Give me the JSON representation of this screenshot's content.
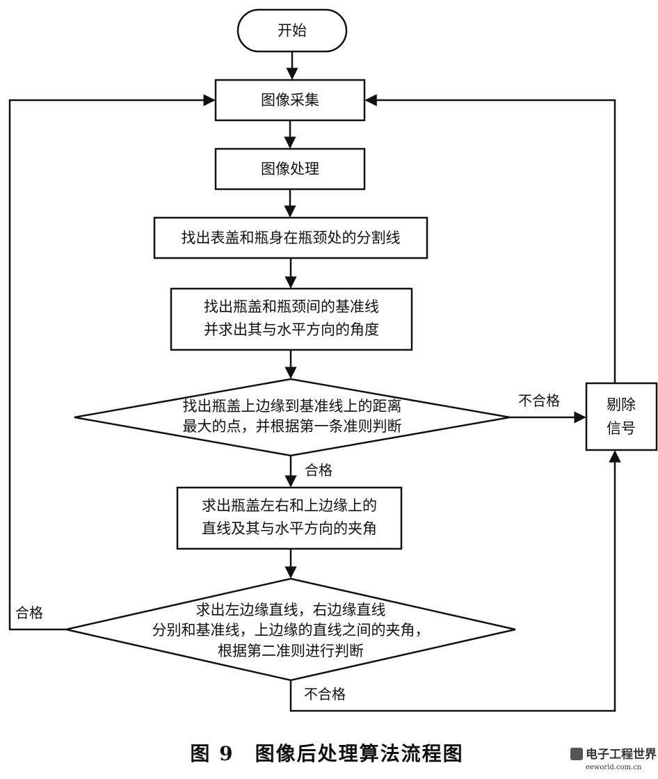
{
  "diagram": {
    "nodes": {
      "start": "开始",
      "capture": "图像采集",
      "process": "图像处理",
      "find_split": "找出表盖和瓶身在瓶颈处的分割线",
      "baseline": [
        "找出瓶盖和瓶颈间的基准线",
        "并求出其与水平方向的角度"
      ],
      "rule1": [
        "找出瓶盖上边缘到基准线上的距离",
        "最大的点，并根据第一条准则判断"
      ],
      "edge_lines": [
        "求出瓶盖左右和上边缘上的",
        "直线及其与水平方向的夹角"
      ],
      "rule2": [
        "求出左边缘直线，右边缘直线",
        "分别和基准线，上边缘的直线之间的夹角，",
        "根据第二准则进行判断"
      ],
      "reject": [
        "剔除",
        "信号"
      ]
    },
    "edge_labels": {
      "rule1_fail": "不合格",
      "rule1_pass": "合格",
      "rule2_pass": "合格",
      "rule2_fail": "不合格"
    },
    "caption": "图 9　图像后处理算法流程图"
  },
  "watermark": {
    "main": "电子工程世界",
    "sub": "eeworld.com.cn"
  }
}
